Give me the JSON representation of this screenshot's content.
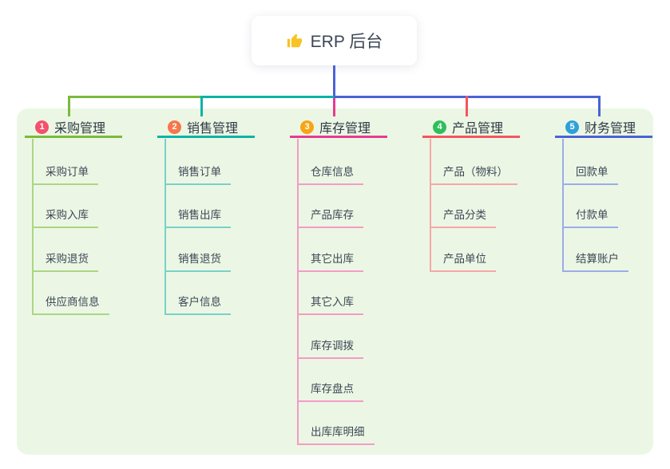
{
  "root": {
    "label": "ERP 后台",
    "icon": "thumbs-up-icon"
  },
  "canvas": {
    "panel_bg": "#EBF7E4",
    "trunk_color": "#4A63D6"
  },
  "branches": [
    {
      "badge": "1",
      "label": "采购管理",
      "badge_color": "#F4516C",
      "line_color": "#7BBA3D",
      "child_line_color": "#ACD584",
      "children": [
        "采购订单",
        "采购入库",
        "采购退货",
        "供应商信息"
      ]
    },
    {
      "badge": "2",
      "label": "销售管理",
      "badge_color": "#F8764B",
      "line_color": "#0DB3A6",
      "child_line_color": "#77D1C9",
      "children": [
        "销售订单",
        "销售出库",
        "销售退货",
        "客户信息"
      ]
    },
    {
      "badge": "3",
      "label": "库存管理",
      "badge_color": "#F7A515",
      "line_color": "#E73A92",
      "child_line_color": "#F49BC6",
      "children": [
        "仓库信息",
        "产品库存",
        "其它出库",
        "其它入库",
        "库存调拨",
        "库存盘点",
        "出库库明细"
      ]
    },
    {
      "badge": "4",
      "label": "产品管理",
      "badge_color": "#30BE5C",
      "line_color": "#F4555F",
      "child_line_color": "#F8A6A9",
      "children": [
        "产品（物料）",
        "产品分类",
        "产品单位"
      ]
    },
    {
      "badge": "5",
      "label": "财务管理",
      "badge_color": "#2EA1DA",
      "line_color": "#4A63D6",
      "child_line_color": "#9BADE8",
      "children": [
        "回款单",
        "付款单",
        "结算账户"
      ]
    }
  ]
}
